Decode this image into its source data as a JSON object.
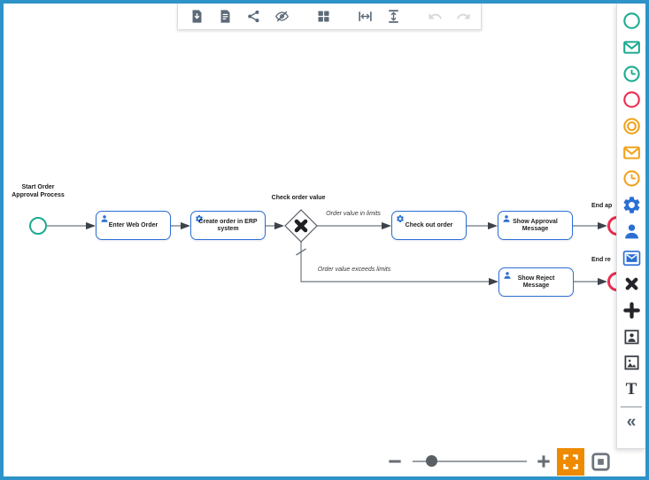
{
  "window": {
    "border_color": "#2e93c8",
    "background": "#ffffff"
  },
  "toolbar": {
    "icons": [
      "file-download",
      "file-report",
      "share",
      "hide-preview",
      "grid-layout",
      "distribute-horizontal",
      "distribute-vertical",
      "undo",
      "redo"
    ],
    "disabled_icons": [
      "undo",
      "redo"
    ]
  },
  "palette": {
    "items": [
      {
        "name": "start-event",
        "color": "#1cab8f"
      },
      {
        "name": "message-start-event",
        "color": "#1cab8f"
      },
      {
        "name": "timer-start-event",
        "color": "#1cab8f"
      },
      {
        "name": "end-event",
        "color": "#ea2c4e"
      },
      {
        "name": "intermediate-event",
        "color": "#efa31d"
      },
      {
        "name": "message-intermediate-event",
        "color": "#efa31d"
      },
      {
        "name": "timer-intermediate-event",
        "color": "#efa31d"
      },
      {
        "name": "service-task",
        "color": "#2b6fd3"
      },
      {
        "name": "user-task",
        "color": "#2b6fd3"
      },
      {
        "name": "send-task",
        "color": "#2b6fd3"
      },
      {
        "name": "exclusive-gateway",
        "color": "#242428"
      },
      {
        "name": "parallel-gateway",
        "color": "#242428"
      },
      {
        "name": "participant",
        "color": "#34393f"
      },
      {
        "name": "image",
        "color": "#34393f"
      },
      {
        "name": "text-annotation",
        "color": "#34393f"
      }
    ],
    "text_annotation_glyph": "T",
    "collapse_glyph": "«"
  },
  "diagram": {
    "start_event": {
      "label": "Start Order Approval Process"
    },
    "tasks": [
      {
        "label": "Enter Web Order",
        "icon": "user"
      },
      {
        "label": "Create order in ERP system",
        "icon": "service"
      },
      {
        "label": "Check out order",
        "icon": "service"
      },
      {
        "label": "Show Approval Message",
        "icon": "user"
      },
      {
        "label": "Show Reject Message",
        "icon": "user"
      }
    ],
    "gateway": {
      "label": "Check order value",
      "type": "exclusive"
    },
    "flow_labels": {
      "approve": "Order value in limits",
      "reject": "Order value exceeds limits"
    },
    "end_events": [
      {
        "label": "End ap"
      },
      {
        "label": "End re"
      }
    ],
    "colors": {
      "task_border": "#2b6fd3",
      "start_event": "#1cab8f",
      "end_event": "#ea2c4e",
      "edge": "#868d94"
    }
  },
  "zoom_controls": {
    "icons": [
      "zoom-out",
      "zoom-slider",
      "zoom-in",
      "fit-to-screen",
      "reset-view"
    ],
    "fit_button_color": "#ee8a00"
  }
}
